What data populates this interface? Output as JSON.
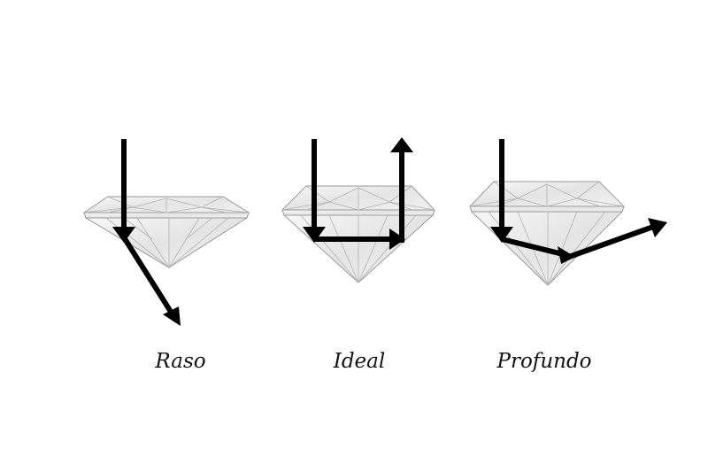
{
  "diagram": {
    "panels": [
      {
        "id": "raso",
        "label": "Raso"
      },
      {
        "id": "ideal",
        "label": "Ideal"
      },
      {
        "id": "profundo",
        "label": "Profundo"
      }
    ],
    "colors": {
      "background": "#ffffff",
      "arrow": "#000000",
      "diamond_fill": "#efefef",
      "diamond_stroke": "#9a9a9a",
      "label": "#111111"
    }
  }
}
